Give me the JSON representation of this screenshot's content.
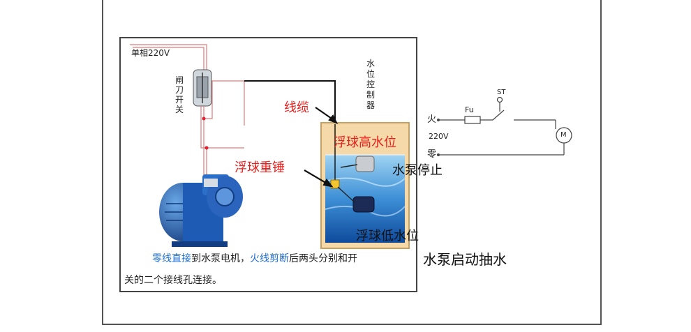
{
  "labels": {
    "single_phase": "单相220V",
    "knife_switch": "闸刀开关",
    "controller": "水位控制器",
    "cable": "线缆",
    "float_high": "浮球高水位",
    "pump_stop": "水泵停止",
    "float_weight": "浮球重锤",
    "float_low": "浮球低水位",
    "pump_start": "水泵启动抽水"
  },
  "caption": {
    "part1": "零线直接",
    "part2": "到水泵电机，",
    "part3": "火线剪断",
    "part4": "后两头分别和开",
    "line2": "关的二个接线孔连接。"
  },
  "schematic": {
    "live": "火",
    "voltage": "220V",
    "neutral": "零",
    "fuse": "Fu",
    "switch": "ST",
    "motor": "M"
  },
  "colors": {
    "red_label": "#e8211e",
    "caption_blue": "#1f6fd0",
    "frame": "#333333"
  }
}
